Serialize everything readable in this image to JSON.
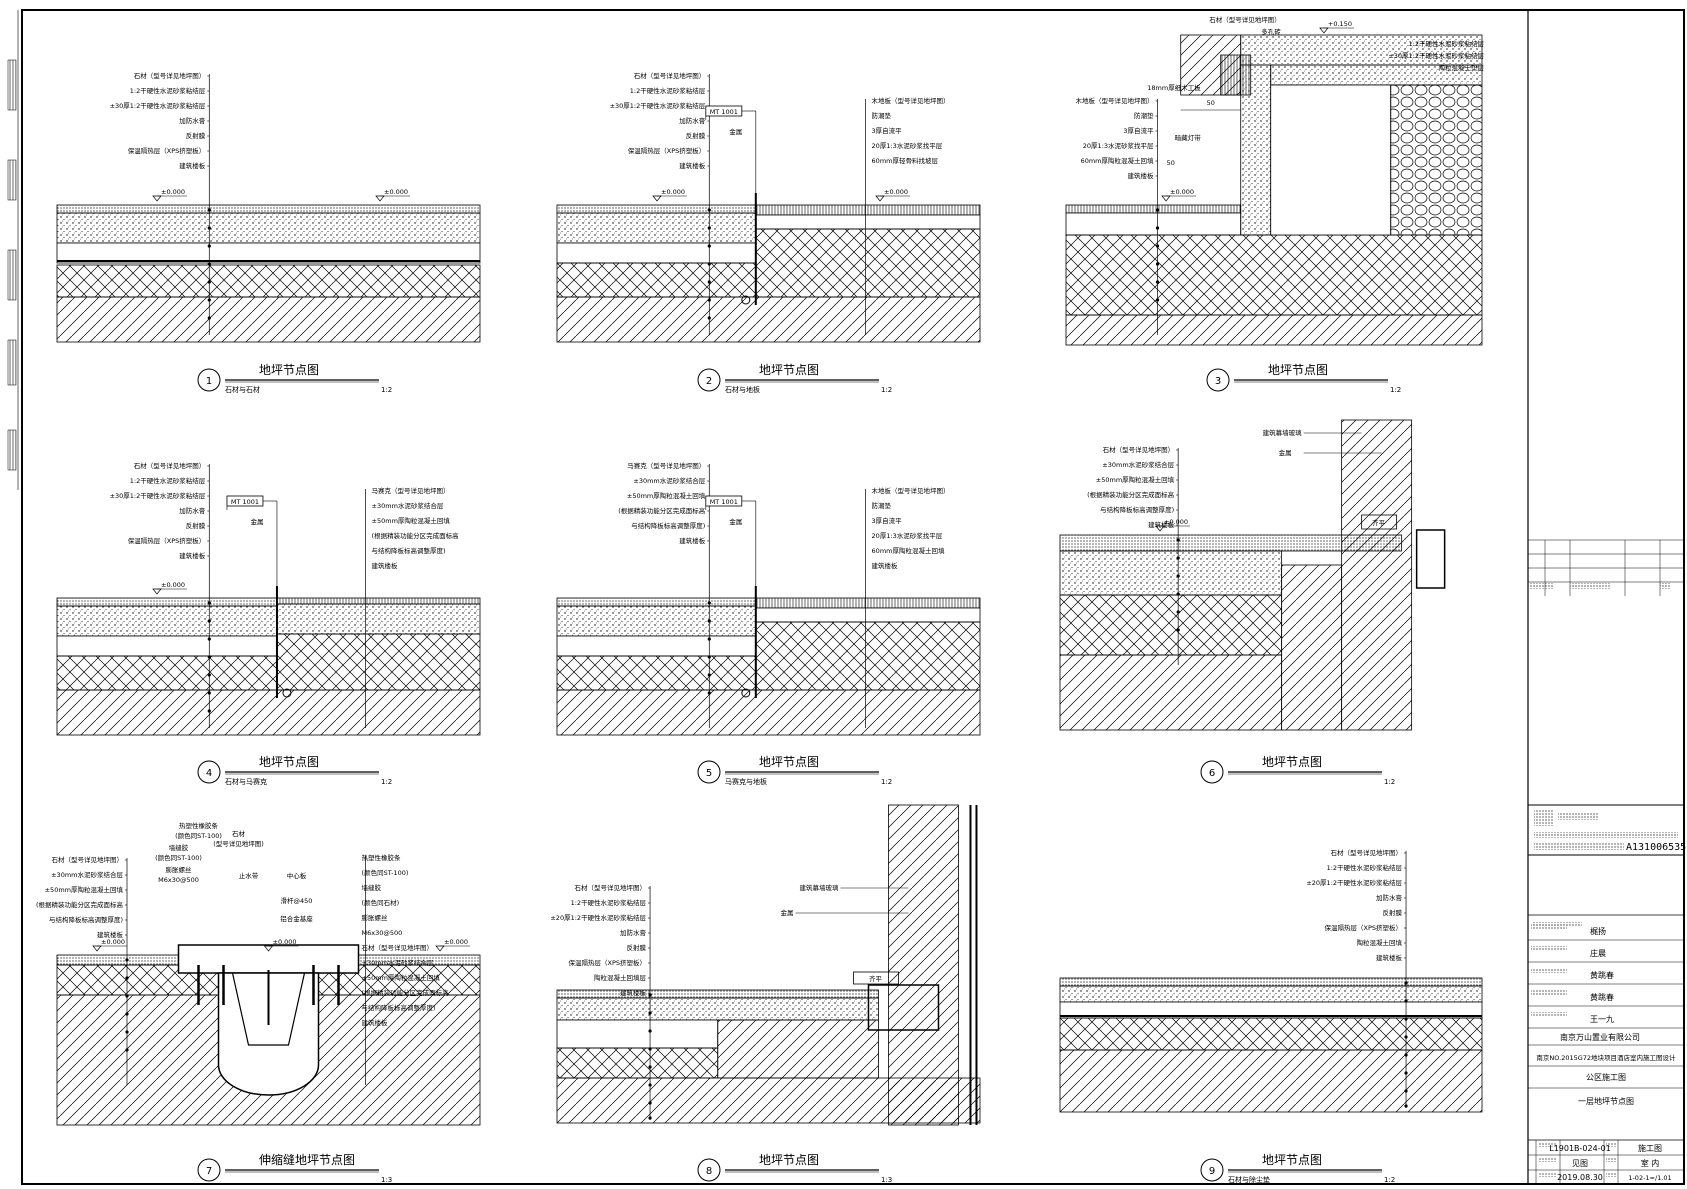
{
  "project": {
    "licence_no": "A131006535",
    "people": [
      "梶扬",
      "庄晨",
      "黄跳春",
      "黄跳春",
      "王一九"
    ],
    "client": "南京万山置业有限公司",
    "project_name": "南京NO.2015G72地块项目酒店室内施工图设计",
    "stage": "公区施工图",
    "drawing_title": "一层地坪节点图",
    "drawing_no": "L1901B-024-01",
    "type_label": "施工图",
    "sheet_label": "见图",
    "scale_label": "室 内",
    "date": "2019.08.30",
    "version": "1-02-1=/1.01"
  },
  "details": [
    {
      "num": "1",
      "title": "地坪节点图",
      "subtitle": "石材与石材",
      "scale": "1:2",
      "labels": [
        "石材（型号详见地坪图）",
        "1:2干硬性水泥砂浆粘结层",
        "±30厚1:2干硬性水泥砂浆粘结层",
        "加防水膏",
        "反射膜",
        "保温隔热层（XPS挤塑板）",
        "建筑楼板"
      ],
      "levels": [
        "±0.000",
        "±0.000"
      ]
    },
    {
      "num": "2",
      "title": "地坪节点图",
      "subtitle": "石材与地板",
      "scale": "1:2",
      "labels": [
        "石材（型号详见地坪图）",
        "1:2干硬性水泥砂浆粘结层",
        "±30厚1:2干硬性水泥砂浆粘结层",
        "加防水膏",
        "反射膜",
        "保温隔热层（XPS挤塑板）",
        "建筑楼板"
      ],
      "labels_r": [
        "木地板（型号详见地坪图）",
        "防潮垫",
        "3厚自流平",
        "20厚1:3水泥砂浆找平层",
        "60mm厚轻骨料找坡层"
      ],
      "tag": "MT 1001",
      "tag_note": "金属",
      "levels": [
        "±0.000",
        "±0.000"
      ]
    },
    {
      "num": "3",
      "title": "地坪节点图",
      "subtitle": "",
      "scale": "1:2",
      "labels": [
        "木地板（型号详见地坪图）",
        "防潮垫",
        "3厚自流平",
        "20厚1:3水泥砂浆找平层",
        "60mm厚陶粒混凝土回填",
        "建筑楼板"
      ],
      "labels_top": [
        "石材（型号详见地坪图）",
        "多孔砖",
        "1:2干硬性水泥砂浆粘结层",
        "±30厚1:2干硬性水泥砂浆粘结层",
        "陶粒混凝土垫层"
      ],
      "labels_mid": [
        "18mm厚细木工板",
        "暗藏灯带"
      ],
      "dims": [
        "50",
        "50"
      ],
      "levels": [
        "±0.000",
        "+0.150"
      ]
    },
    {
      "num": "4",
      "title": "地坪节点图",
      "subtitle": "石材与马赛克",
      "scale": "1:2",
      "labels": [
        "石材（型号详见地坪图）",
        "1:2干硬性水泥砂浆粘结层",
        "±30厚1:2干硬性水泥砂浆粘结层",
        "加防水膏",
        "反射膜",
        "保温隔热层（XPS挤塑板）",
        "建筑楼板"
      ],
      "labels_r": [
        "马赛克（型号详见地坪图）",
        "±30mm水泥砂浆结合层",
        "±50mm厚陶粒混凝土回填",
        "(根据精装功能分区完成面标高",
        "与结构降板标高调整厚度)",
        "建筑楼板"
      ],
      "tag": "MT 1001",
      "tag_note": "金属",
      "levels": [
        "±0.000"
      ]
    },
    {
      "num": "5",
      "title": "地坪节点图",
      "subtitle": "马赛克与地板",
      "scale": "1:2",
      "labels": [
        "马赛克（型号详见地坪图）",
        "±30mm水泥砂浆结合层",
        "±50mm厚陶粒混凝土回填",
        "(根据精装功能分区完成面标高",
        "与结构降板标高调整厚度)",
        "建筑楼板"
      ],
      "labels_r": [
        "木地板（型号详见地坪图）",
        "防潮垫",
        "3厚自流平",
        "20厚1:3水泥砂浆找平层",
        "60mm厚陶粒混凝土回填",
        "建筑楼板"
      ],
      "tag": "MT 1001",
      "tag_note": "金属",
      "levels": []
    },
    {
      "num": "6",
      "title": "地坪节点图",
      "subtitle": "",
      "scale": "1:2",
      "labels": [
        "石材（型号详见地坪图）",
        "±30mm水泥砂浆结合层",
        "±50mm厚陶粒混凝土回填",
        "(根据精装功能分区完成面标高",
        "与结构降板标高调整厚度)",
        "建筑楼板"
      ],
      "labels_top": [
        "建筑幕墙玻璃",
        "金属"
      ],
      "extra": "齐平",
      "levels": [
        "±0.000"
      ]
    },
    {
      "num": "7",
      "title": "伸缩缝地坪节点图",
      "subtitle": "",
      "scale": "1:3",
      "labels": [
        "石材（型号详见地坪图）",
        "±30mm水泥砂浆结合层",
        "±50mm厚陶粒混凝土回填",
        "(根据精装功能分区完成面标高",
        "与结构降板标高调整厚度)",
        "建筑楼板"
      ],
      "labels_mid": [
        "热塑性橡胶条",
        "(颜色同ST-100)",
        "墙缝胶",
        "(颜色同ST-100)",
        "膨胀螺丝",
        "M6x30@500",
        "石材",
        "(型号详见地坪图)",
        "止水带",
        "中心板",
        "滑杆@450",
        "铝合金基座"
      ],
      "labels_r": [
        "热塑性橡胶条",
        "(颜色同ST-100)",
        "墙缝胶",
        "(颜色同石材)",
        "膨胀螺丝",
        "M6x30@500",
        "石材（型号详见地坪图）",
        "±30mm水泥砂浆结合层",
        "±50mm厚陶粒混凝土回填",
        "(根据精装功能分区完成面标高",
        "与结构降板标高调整厚度)",
        "建筑楼板"
      ],
      "levels": [
        "±0.000",
        "±0.000",
        "±0.000"
      ]
    },
    {
      "num": "8",
      "title": "地坪节点图",
      "subtitle": "",
      "scale": "1:3",
      "labels": [
        "石材（型号详见地坪图）",
        "1:2干硬性水泥砂浆粘结层",
        "±20厚1:2干硬性水泥砂浆粘结层",
        "加防水膏",
        "反射膜",
        "保温隔热层（XPS挤塑板）",
        "陶粒混凝土回填层",
        "建筑楼板"
      ],
      "labels_top": [
        "建筑幕墙玻璃",
        "金属"
      ],
      "extra": "齐平",
      "levels": []
    },
    {
      "num": "9",
      "title": "地坪节点图",
      "subtitle": "石材与除尘垫",
      "scale": "1:2",
      "labels": [
        "石材（型号详见地坪图）",
        "1:2干硬性水泥砂浆粘结层",
        "±20厚1:2干硬性水泥砂浆粘结层",
        "加防水膏",
        "反射膜",
        "保温隔热层（XPS挤塑板）",
        "陶粒混凝土回填",
        "建筑楼板"
      ],
      "levels": []
    }
  ]
}
